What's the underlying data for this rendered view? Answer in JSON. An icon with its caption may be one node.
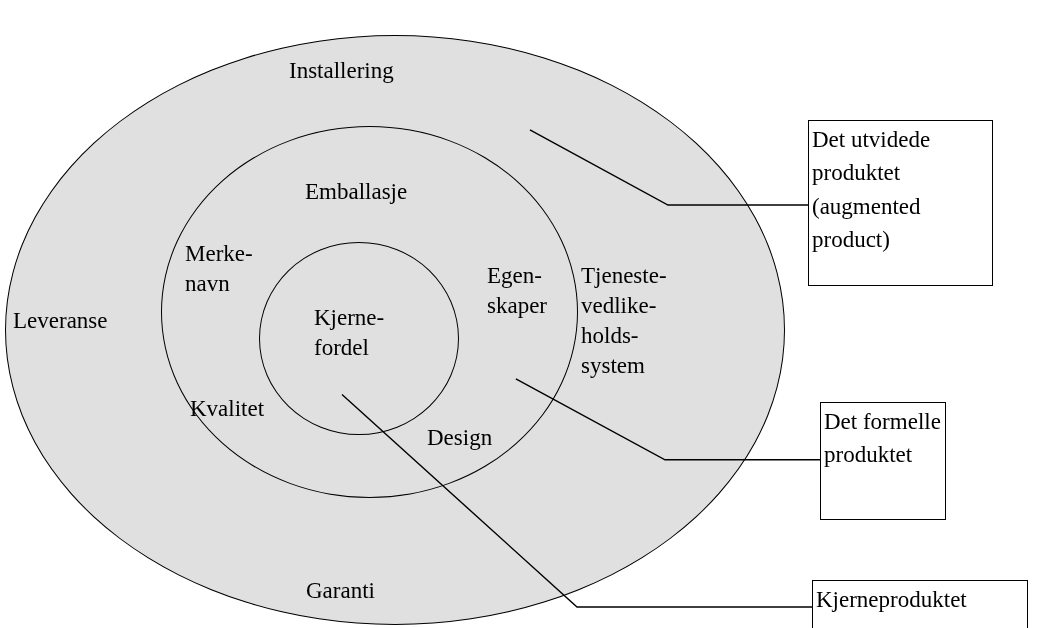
{
  "diagram": {
    "nodes": [
      {
        "text": [
          "Installering",
          "Leveranse",
          "Tjeneste- vedlike- holds- system",
          "Garanti"
        ]
      },
      {
        "text": [
          "Emballasje",
          "Merke- navn",
          "Egen- skaper",
          "Kvalitet",
          "Design"
        ],
        "in": 0
      },
      {
        "text": [
          "Kjerne- fordel"
        ],
        "in": 1
      },
      {
        "text": [
          "Det utvidede produktet (augmented product)"
        ]
      },
      {
        "text": [
          "Det formelle produktet"
        ]
      },
      {
        "text": [
          "Kjerneproduktet"
        ]
      }
    ],
    "edges": [
      {
        "from": 3,
        "to": 0,
        "arrow": "none"
      },
      {
        "from": 4,
        "to": 1,
        "arrow": "none"
      },
      {
        "from": 5,
        "to": 2,
        "arrow": "none"
      }
    ]
  }
}
